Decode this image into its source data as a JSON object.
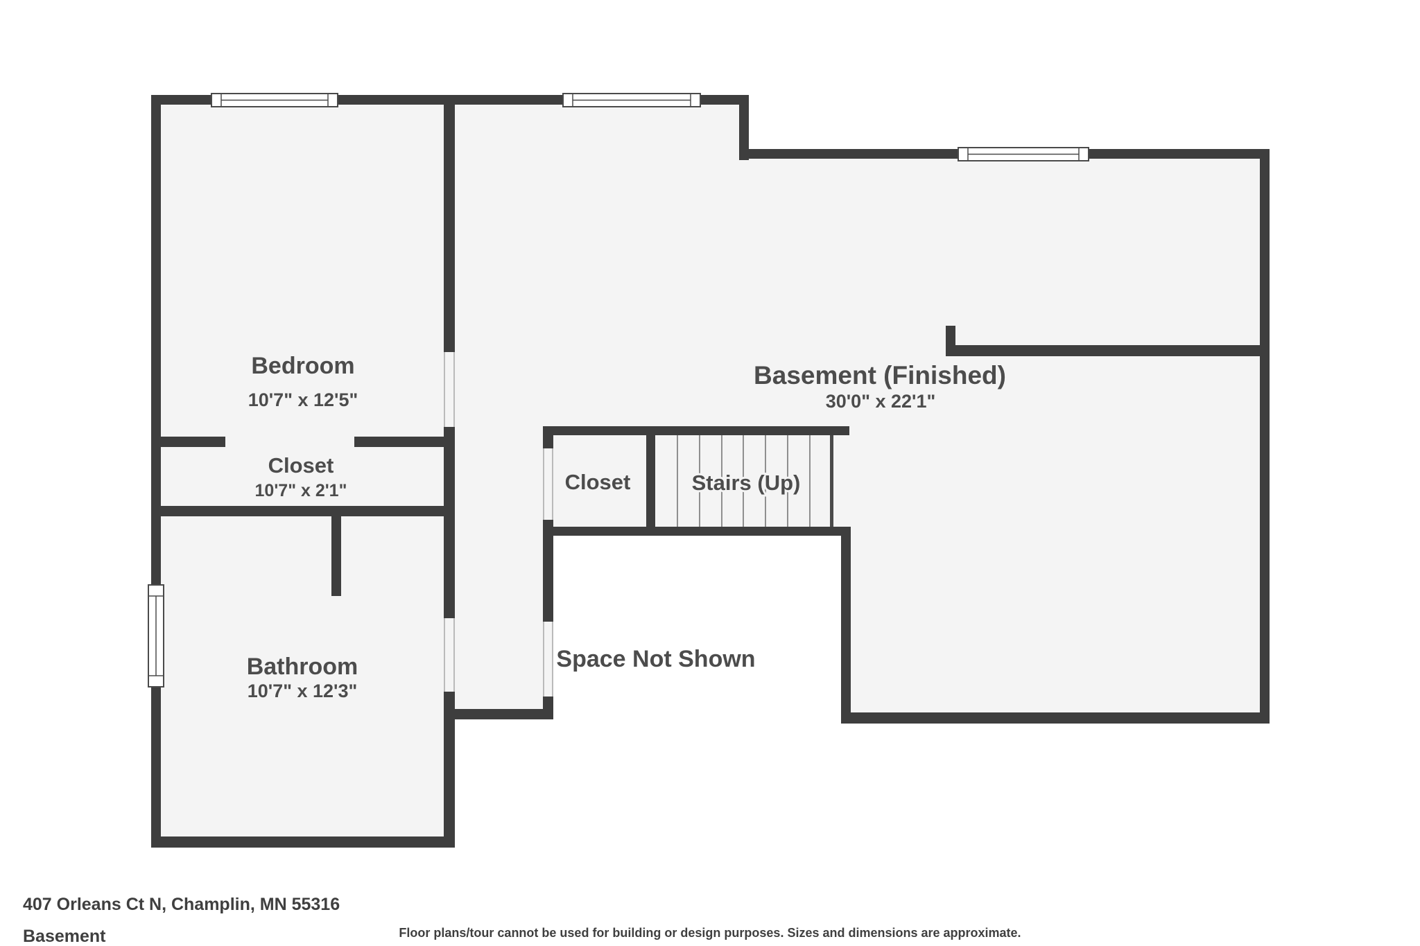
{
  "plan": {
    "colors": {
      "wall": "#3e3e3e",
      "floor": "#f4f4f4",
      "label": "#4c4c4c",
      "background": "#ffffff"
    },
    "rooms": [
      {
        "name": "Bedroom",
        "dimensions": "10'7\" x 12'5\""
      },
      {
        "name": "Closet",
        "dimensions": "10'7\" x 2'1\""
      },
      {
        "name": "Bathroom",
        "dimensions": "10'7\" x 12'3\""
      },
      {
        "name": "Basement (Finished)",
        "dimensions": "30'0\" x 22'1\""
      },
      {
        "name": "Closet"
      },
      {
        "name": "Stairs (Up)"
      },
      {
        "name": "Space Not Shown"
      }
    ]
  },
  "footer": {
    "address": "407 Orleans Ct N, Champlin, MN 55316",
    "floor_label": "Basement",
    "disclaimer": "Floor plans/tour cannot be used for building or design purposes. Sizes and dimensions are approximate."
  }
}
